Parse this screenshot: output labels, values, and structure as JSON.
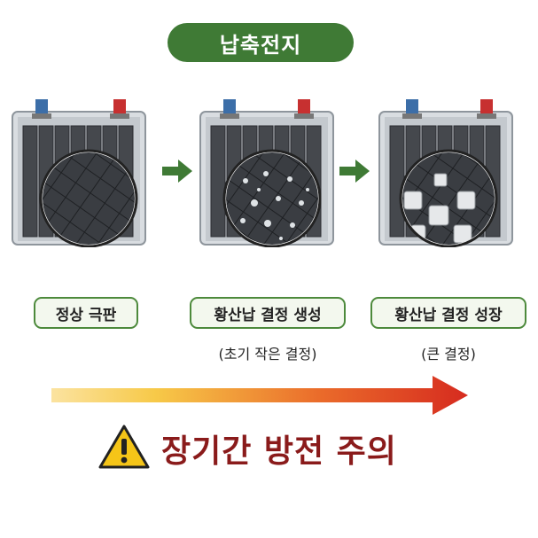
{
  "title": "납축전지",
  "stages": [
    {
      "label": "정상 극판",
      "sub": ""
    },
    {
      "label": "황산납 결정 생성",
      "sub": "(초기 작은 결정)"
    },
    {
      "label": "황산납 결정 성장",
      "sub": "(큰 결정)"
    }
  ],
  "warning": {
    "text": "장기간 방전 주의",
    "icon": "warning-triangle-icon"
  },
  "colors": {
    "title_bg": "#3f7a35",
    "label_border": "#4d8a3c",
    "warning_text": "#8a1b1b",
    "arrow_start": "#f7c948",
    "arrow_end": "#d62b1f"
  }
}
